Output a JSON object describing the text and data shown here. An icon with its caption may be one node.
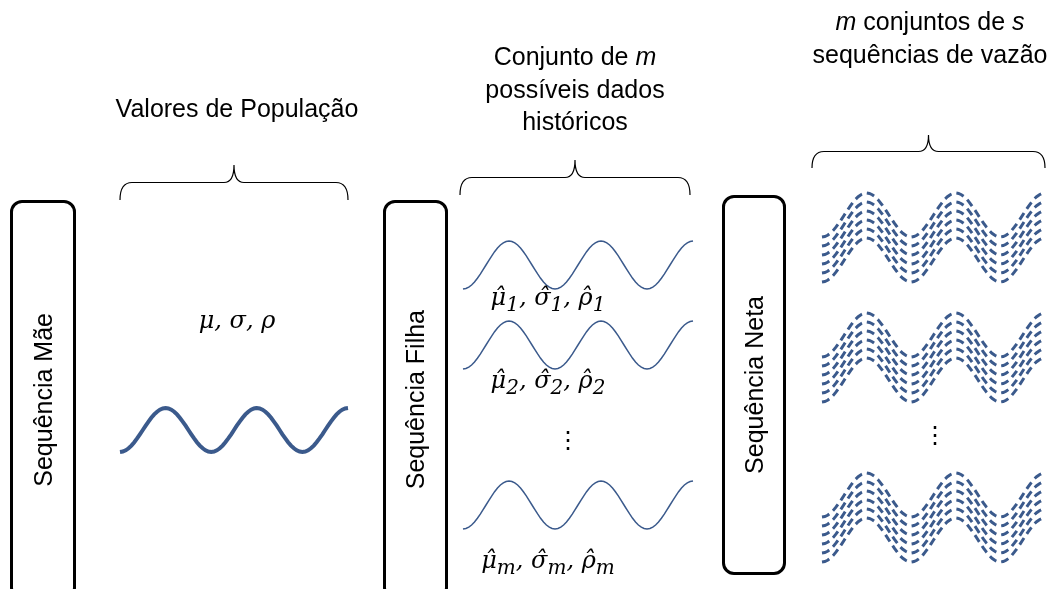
{
  "diagram": {
    "nodes": [
      {
        "text": [
          "Sequência Mãe"
        ]
      },
      {
        "text": [
          "Sequência Filha"
        ]
      },
      {
        "text": [
          "Sequência Neta"
        ]
      }
    ],
    "edges": [],
    "labels": [
      "Valores de População",
      "Conjunto de *m* possíveis dados históricos",
      "*m* conjuntos de *s* sequências de vazão",
      "μ, σ, ρ",
      "μ̂$_{1}$, σ̂$_{1}$, ρ̂$_{1}$",
      "μ̂$_{2}$, σ̂$_{2}$, ρ̂$_{2}$",
      "⋮",
      "μ̂$_{m}$, σ̂$_{m}$, ρ̂$_{m}$",
      "⋮"
    ]
  }
}
